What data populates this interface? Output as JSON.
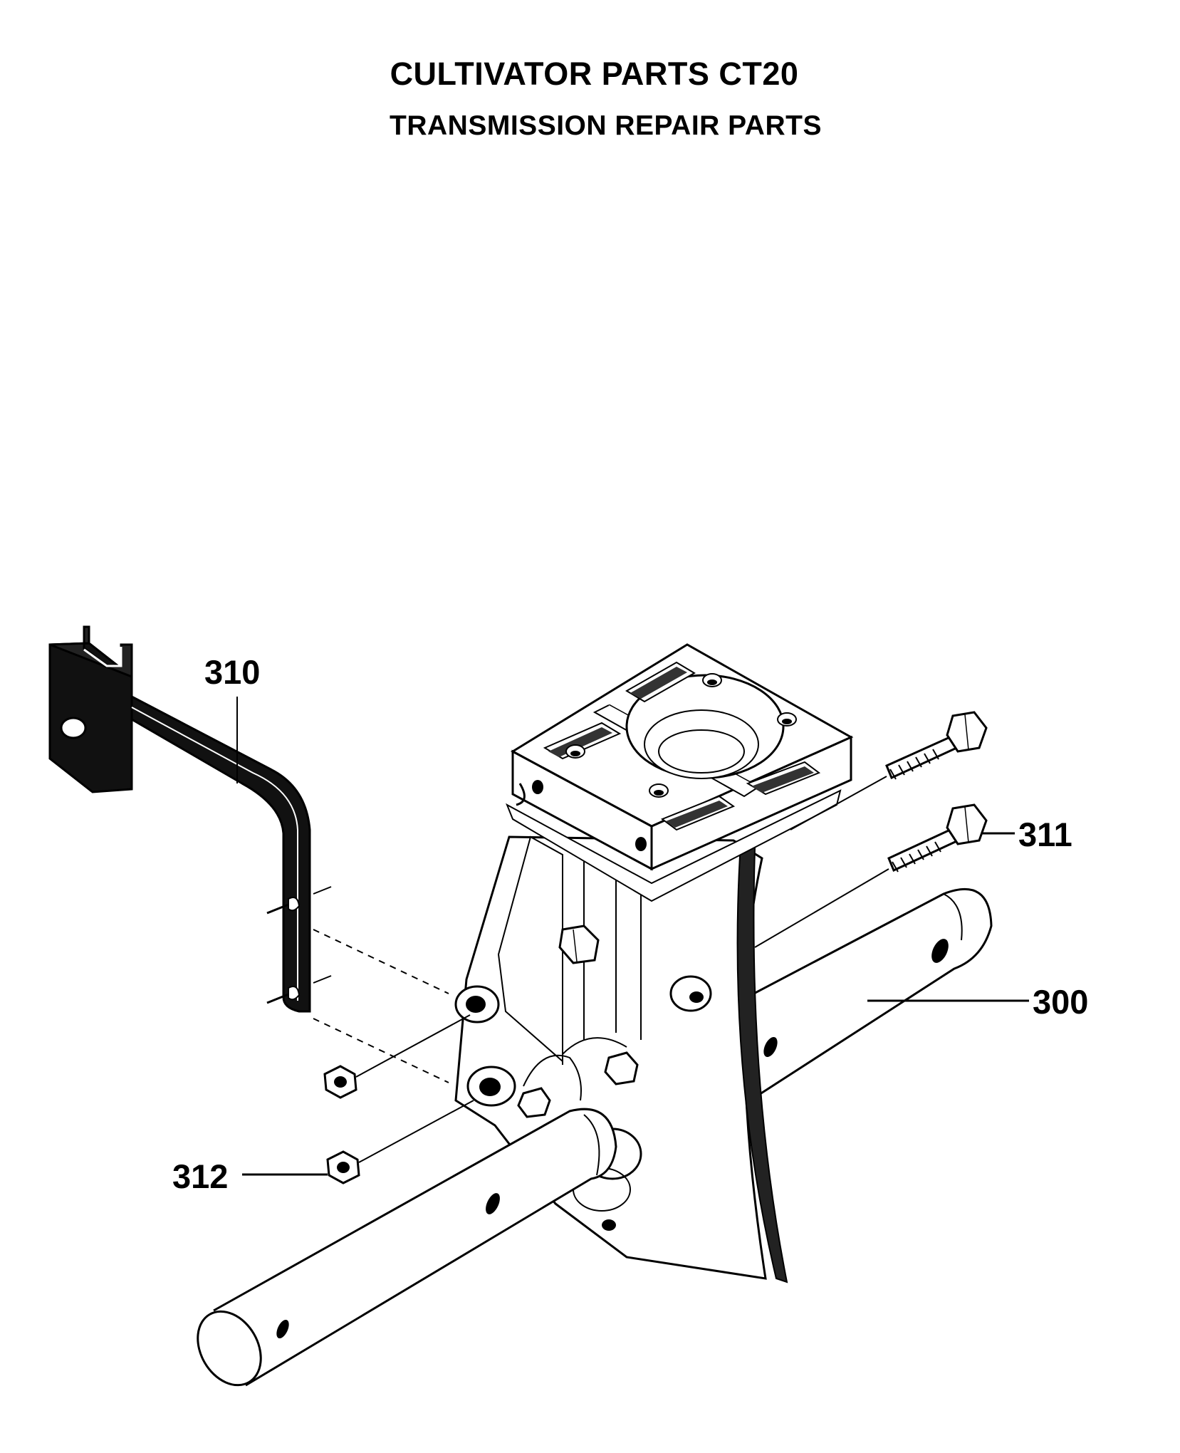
{
  "header": {
    "title": "CULTIVATOR PARTS CT20",
    "subtitle": "TRANSMISSION REPAIR PARTS"
  },
  "callouts": {
    "p300": "300",
    "p310": "310",
    "p311": "311",
    "p312": "312"
  }
}
